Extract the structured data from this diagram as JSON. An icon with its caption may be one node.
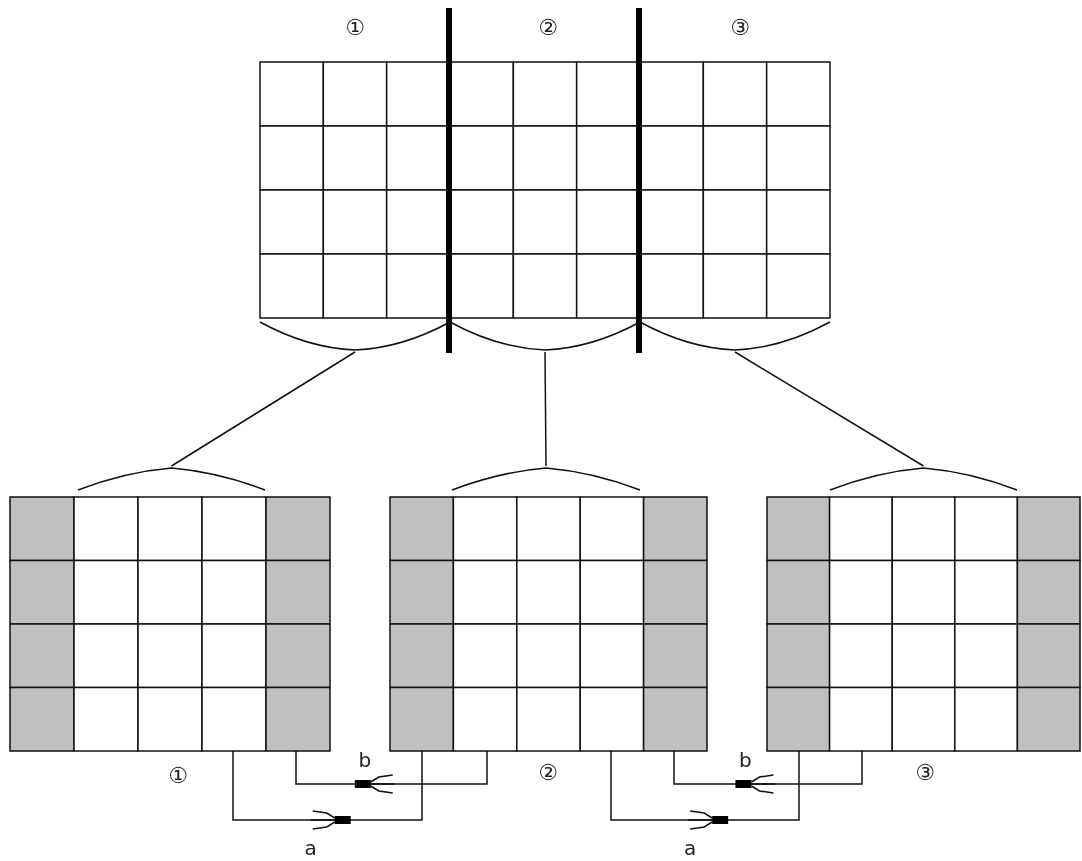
{
  "diagram": {
    "nodes": [
      {
        "text": [],
        "shape": "box"
      },
      {
        "text": [],
        "shape": "box",
        "beside": [
          "①"
        ]
      },
      {
        "text": [],
        "shape": "box",
        "beside": [
          "②"
        ]
      },
      {
        "text": [],
        "shape": "box",
        "beside": [
          "③"
        ]
      }
    ],
    "edges": [
      {
        "from": 0,
        "to": 1,
        "arrow": "none"
      },
      {
        "from": 0,
        "to": 2,
        "arrow": "none"
      },
      {
        "from": 0,
        "to": 3,
        "arrow": "none"
      },
      {
        "from": 1,
        "to": 2,
        "arrow": "none",
        "label": "b"
      },
      {
        "from": 1,
        "to": 2,
        "arrow": "none",
        "label": "a"
      },
      {
        "from": 2,
        "to": 3,
        "arrow": "none",
        "label": "b"
      },
      {
        "from": 2,
        "to": 3,
        "arrow": "none",
        "label": "a"
      }
    ],
    "labels": [
      "①",
      "②",
      "③"
    ]
  }
}
